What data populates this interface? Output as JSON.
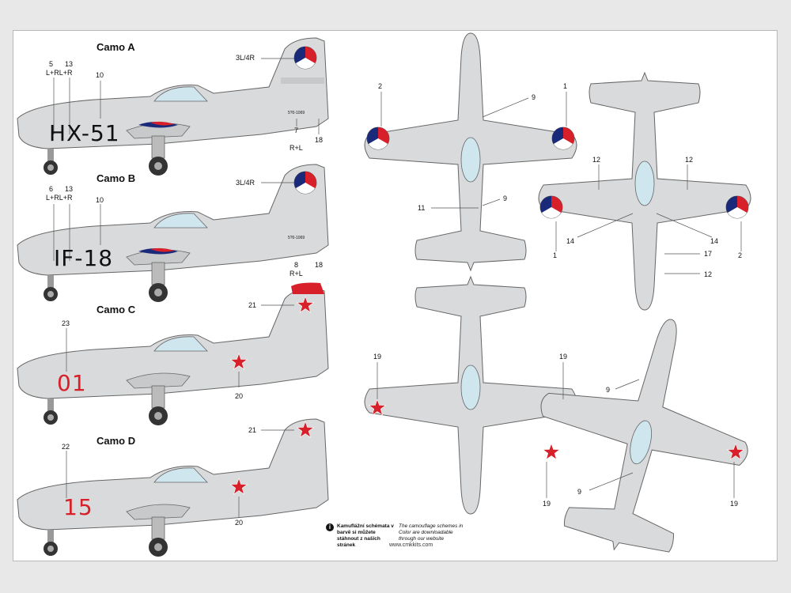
{
  "camo_titles": {
    "a": "Camo A",
    "b": "Camo B",
    "c": "Camo C",
    "d": "Camo D"
  },
  "codes": {
    "a": "HX-51",
    "b": "IF-18",
    "c": "01",
    "d": "15"
  },
  "tail_serials": {
    "a": "5?0-1069",
    "b": "5?0-1069"
  },
  "callouts": {
    "a": {
      "c5": "5",
      "c13": "13",
      "lr": "L+RL+R",
      "c10": "10",
      "tail": "3L/4R",
      "c7": "7",
      "rl": "R+L",
      "c18": "18"
    },
    "b": {
      "c6": "6",
      "c13": "13",
      "lr": "L+RL+R",
      "c10": "10",
      "tail": "3L/4R",
      "c8": "8",
      "rl": "R+L",
      "c18": "18"
    },
    "c": {
      "c23": "23",
      "c21": "21",
      "c20": "20"
    },
    "d": {
      "c22": "22",
      "c21": "21",
      "c20": "20"
    },
    "top1": {
      "c2": "2",
      "c1": "1",
      "c9a": "9",
      "c9b": "9",
      "c11": "11"
    },
    "bot1": {
      "c12a": "12",
      "c12b": "12",
      "c14a": "14",
      "c14b": "14",
      "c1": "1",
      "c2": "2",
      "c17": "17",
      "c12c": "12"
    },
    "top2": {
      "c19a": "19",
      "c19b": "19"
    },
    "bot2": {
      "c9a": "9",
      "c9b": "9",
      "c19a": "19",
      "c19b": "19"
    }
  },
  "note": {
    "cz": "Kamuflážní schémata v barvě si můžete stáhnout z našich stránek",
    "en": "The camouflage schemes in Color are downloadable through our website",
    "url": "www.cmkkits.com"
  },
  "colors": {
    "red": "#d8202a",
    "blue": "#1a2a7a",
    "aircraft": "#d9dadb",
    "line": "#555555"
  }
}
